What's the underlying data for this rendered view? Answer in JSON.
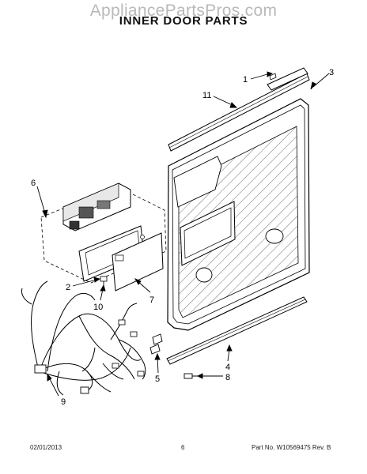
{
  "watermark": "AppliancePartsPros.com",
  "title": "INNER DOOR PARTS",
  "callouts": {
    "c1": "1",
    "c2": "2",
    "c3": "3",
    "c4": "4",
    "c5": "5",
    "c6": "6",
    "c7": "7",
    "c8": "8",
    "c9": "9",
    "c10": "10",
    "c11": "11"
  },
  "footer": {
    "date": "02/01/2013",
    "page": "6",
    "part": "Part No. W10569475  Rev. B"
  }
}
